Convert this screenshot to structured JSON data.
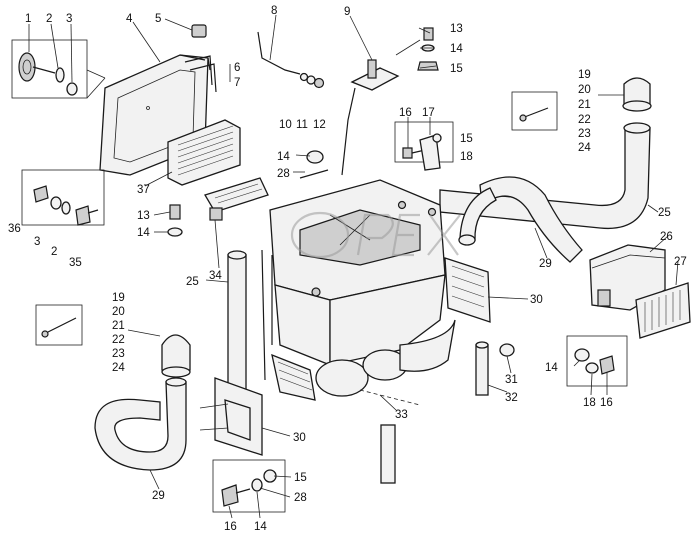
{
  "labels": {
    "l1": "1",
    "l2": "2",
    "l3": "3",
    "l4": "4",
    "l5": "5",
    "l6": "6",
    "l7": "7",
    "l8": "8",
    "l9": "9",
    "l10": "10",
    "l11": "11",
    "l12": "12",
    "l13a": "13",
    "l14a": "14",
    "l15a": "15",
    "l16a": "16",
    "l17": "17",
    "l15b": "15",
    "l18a": "18",
    "l19a": "19",
    "l20a": "20",
    "l21a": "21",
    "l22a": "22",
    "l23a": "23",
    "l24a": "24",
    "l14b": "14",
    "l28a": "28",
    "l37": "37",
    "l36": "36",
    "l3b": "3",
    "l2b": "2",
    "l35": "35",
    "l13b": "13",
    "l14c": "14",
    "l34": "34",
    "l25a": "25",
    "l25b": "25",
    "l26": "26",
    "l27": "27",
    "l29a": "29",
    "l30a": "30",
    "l19b": "19",
    "l20b": "20",
    "l21b": "21",
    "l22b": "22",
    "l23b": "23",
    "l24b": "24",
    "l31": "31",
    "l32": "32",
    "l33": "33",
    "l14d": "14",
    "l18b": "18",
    "l16b": "16",
    "l30b": "30",
    "l29b": "29",
    "l15c": "15",
    "l28b": "28",
    "l16c": "16",
    "l14e": "14"
  },
  "watermark": "OPEX"
}
